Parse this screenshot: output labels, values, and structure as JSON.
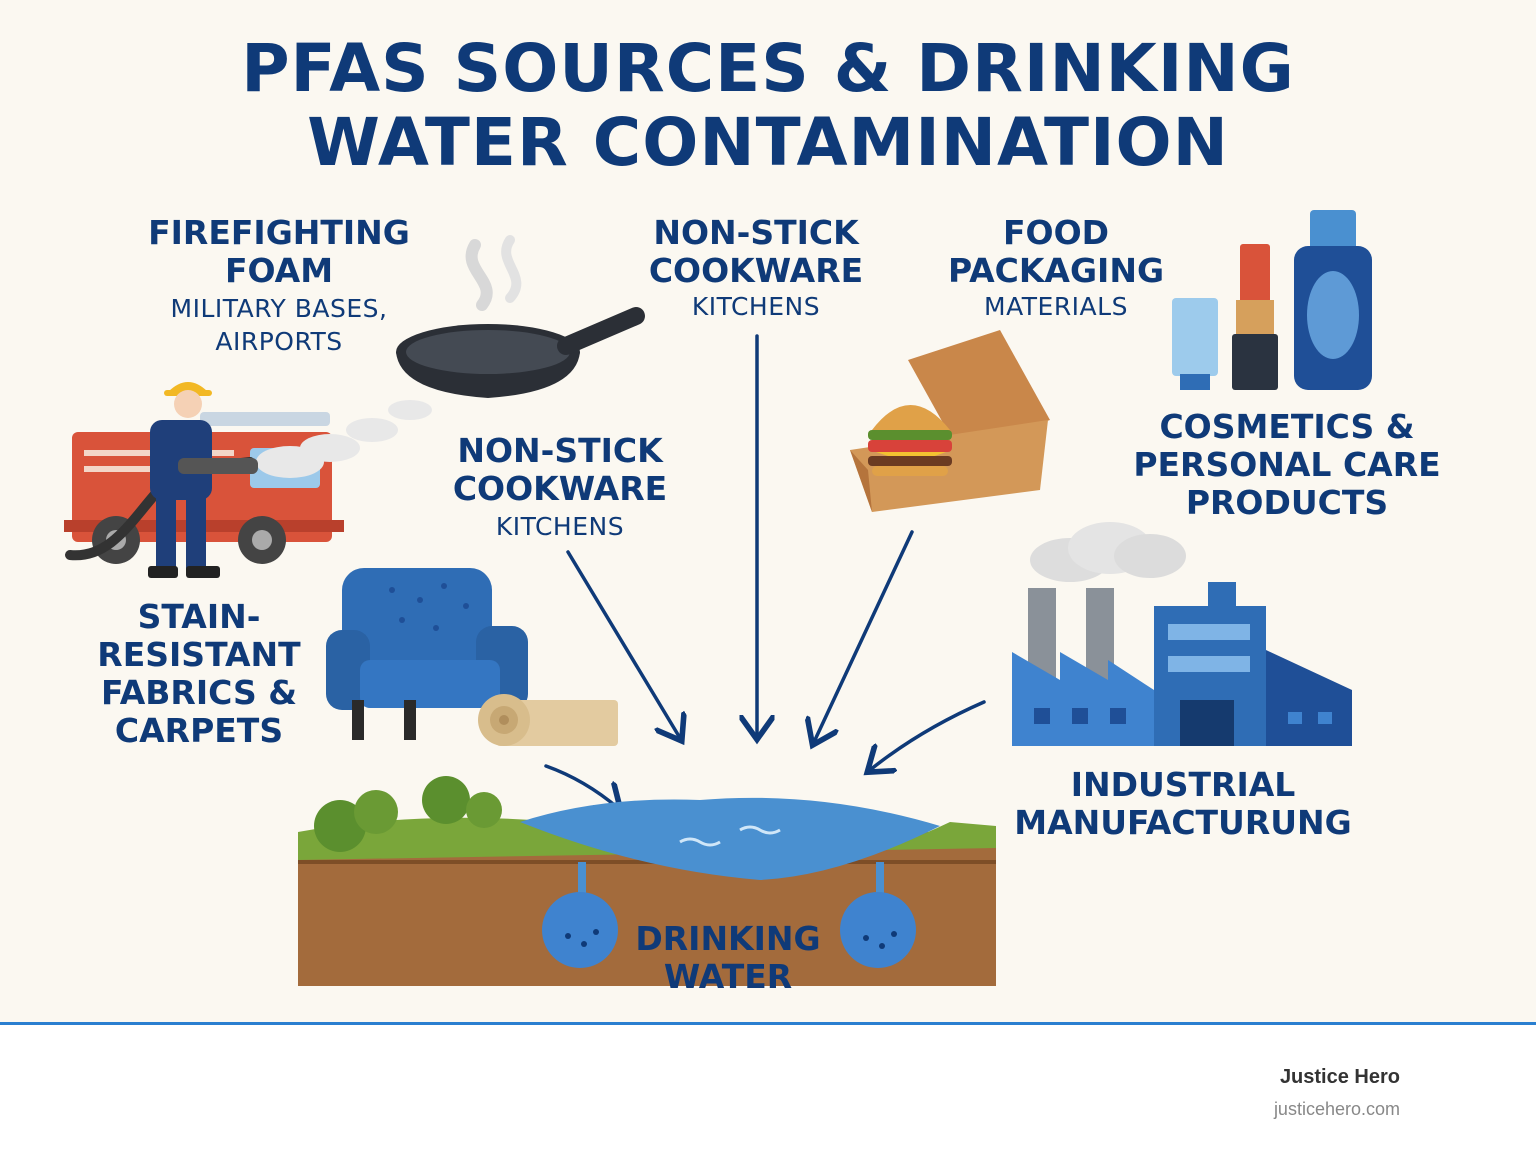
{
  "title": {
    "line1": "PFAS SOURCES & DRINKING",
    "line2": "WATER CONTAMINATION"
  },
  "sources": {
    "firefighting": {
      "title_line1": "FIREFIGHTING",
      "title_line2": "FOAM",
      "sub_line1": "MILITARY BASES,",
      "sub_line2": "AIRPORTS"
    },
    "nonstick_top": {
      "title_line1": "NON-STICK",
      "title_line2": "COOKWARE",
      "sub": "KITCHENS"
    },
    "food_packaging": {
      "title_line1": "FOOD",
      "title_line2": "PACKAGING",
      "sub": "MATERIALS"
    },
    "cosmetics": {
      "line1": "COSMETICS &",
      "line2": "PERSONAL CARE",
      "line3": "PRODUCTS"
    },
    "nonstick_mid": {
      "title_line1": "NON-STICK",
      "title_line2": "COOKWARE",
      "sub": "KITCHENS"
    },
    "fabrics": {
      "line1": "STAIN-",
      "line2": "RESISTANT",
      "line3": "FABRICS &",
      "line4": "CARPETS"
    },
    "industrial": {
      "line1": "INDUSTRIAL",
      "line2": "MANUFACTURUNG"
    }
  },
  "destination": {
    "line1": "DRINKING",
    "line2": "WATER"
  },
  "footer": {
    "brand": "Justice Hero",
    "url": "justicehero.com"
  },
  "colors": {
    "navy": "#0f3a78",
    "blue": "#2f6db5",
    "water": "#4a90d0",
    "grass": "#7aa63a",
    "soil": "#a36b3c",
    "fire_truck": "#d9533a",
    "footer_accent": "#2a7fd0"
  }
}
